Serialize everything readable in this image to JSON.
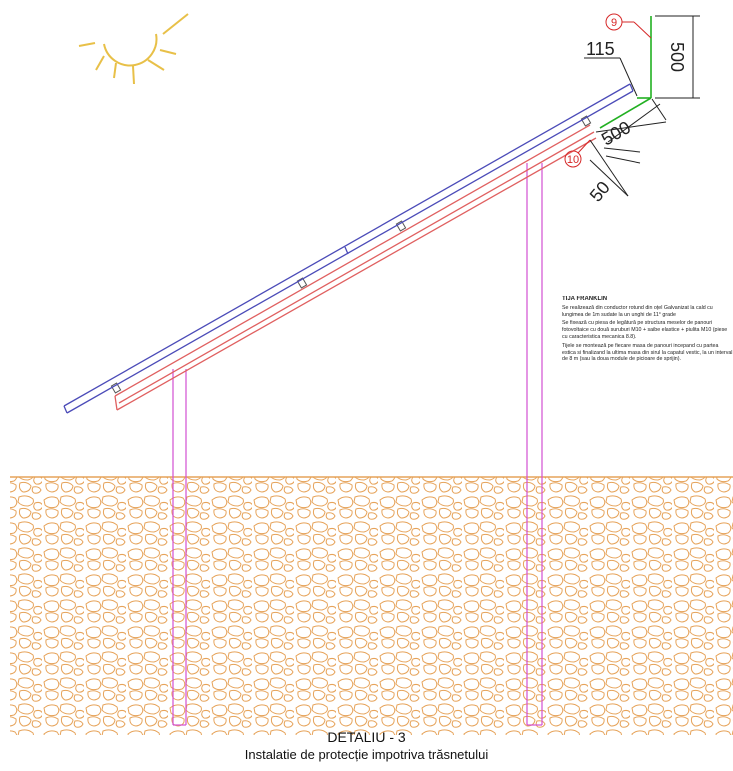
{
  "dimensions": {
    "rod_height": "500",
    "offset_115": "115",
    "rod_base": "500",
    "offset_50": "50"
  },
  "callouts": {
    "item_9": "9",
    "item_10": "10"
  },
  "note": {
    "title": "TIJA FRANKLIN",
    "paragraphs": [
      "Se realizează din conductor rotund din oțel Galvanizat la cald cu lungimea de 1m sudate la un unghi de 11° grade",
      "Se fixează cu piesa de legătură pe structura meselor de panouri fotovoltaice cu două suruburi M10 + saibe elastice + piulita M10 (piese cu caracteristica mecanica 8.8).",
      "Tijele se montează pe fiecare masa de panouri incepand cu partea estica si finalizand la ultima masa din sirul la capatul vestic, la un interval de 8 m (sau la doua module de picioare de sprijin)."
    ]
  },
  "caption": {
    "line1": "DETALIU - 3",
    "line2": "Instalatie de protecție impotriva trăsnetului"
  },
  "colors": {
    "panel": "#4b4bb8",
    "rail": "#e06060",
    "post": "#d34fd3",
    "rod": "#22b022",
    "sun": "#e8c048",
    "ground": "#e6a35a",
    "callout": "#d62828"
  }
}
